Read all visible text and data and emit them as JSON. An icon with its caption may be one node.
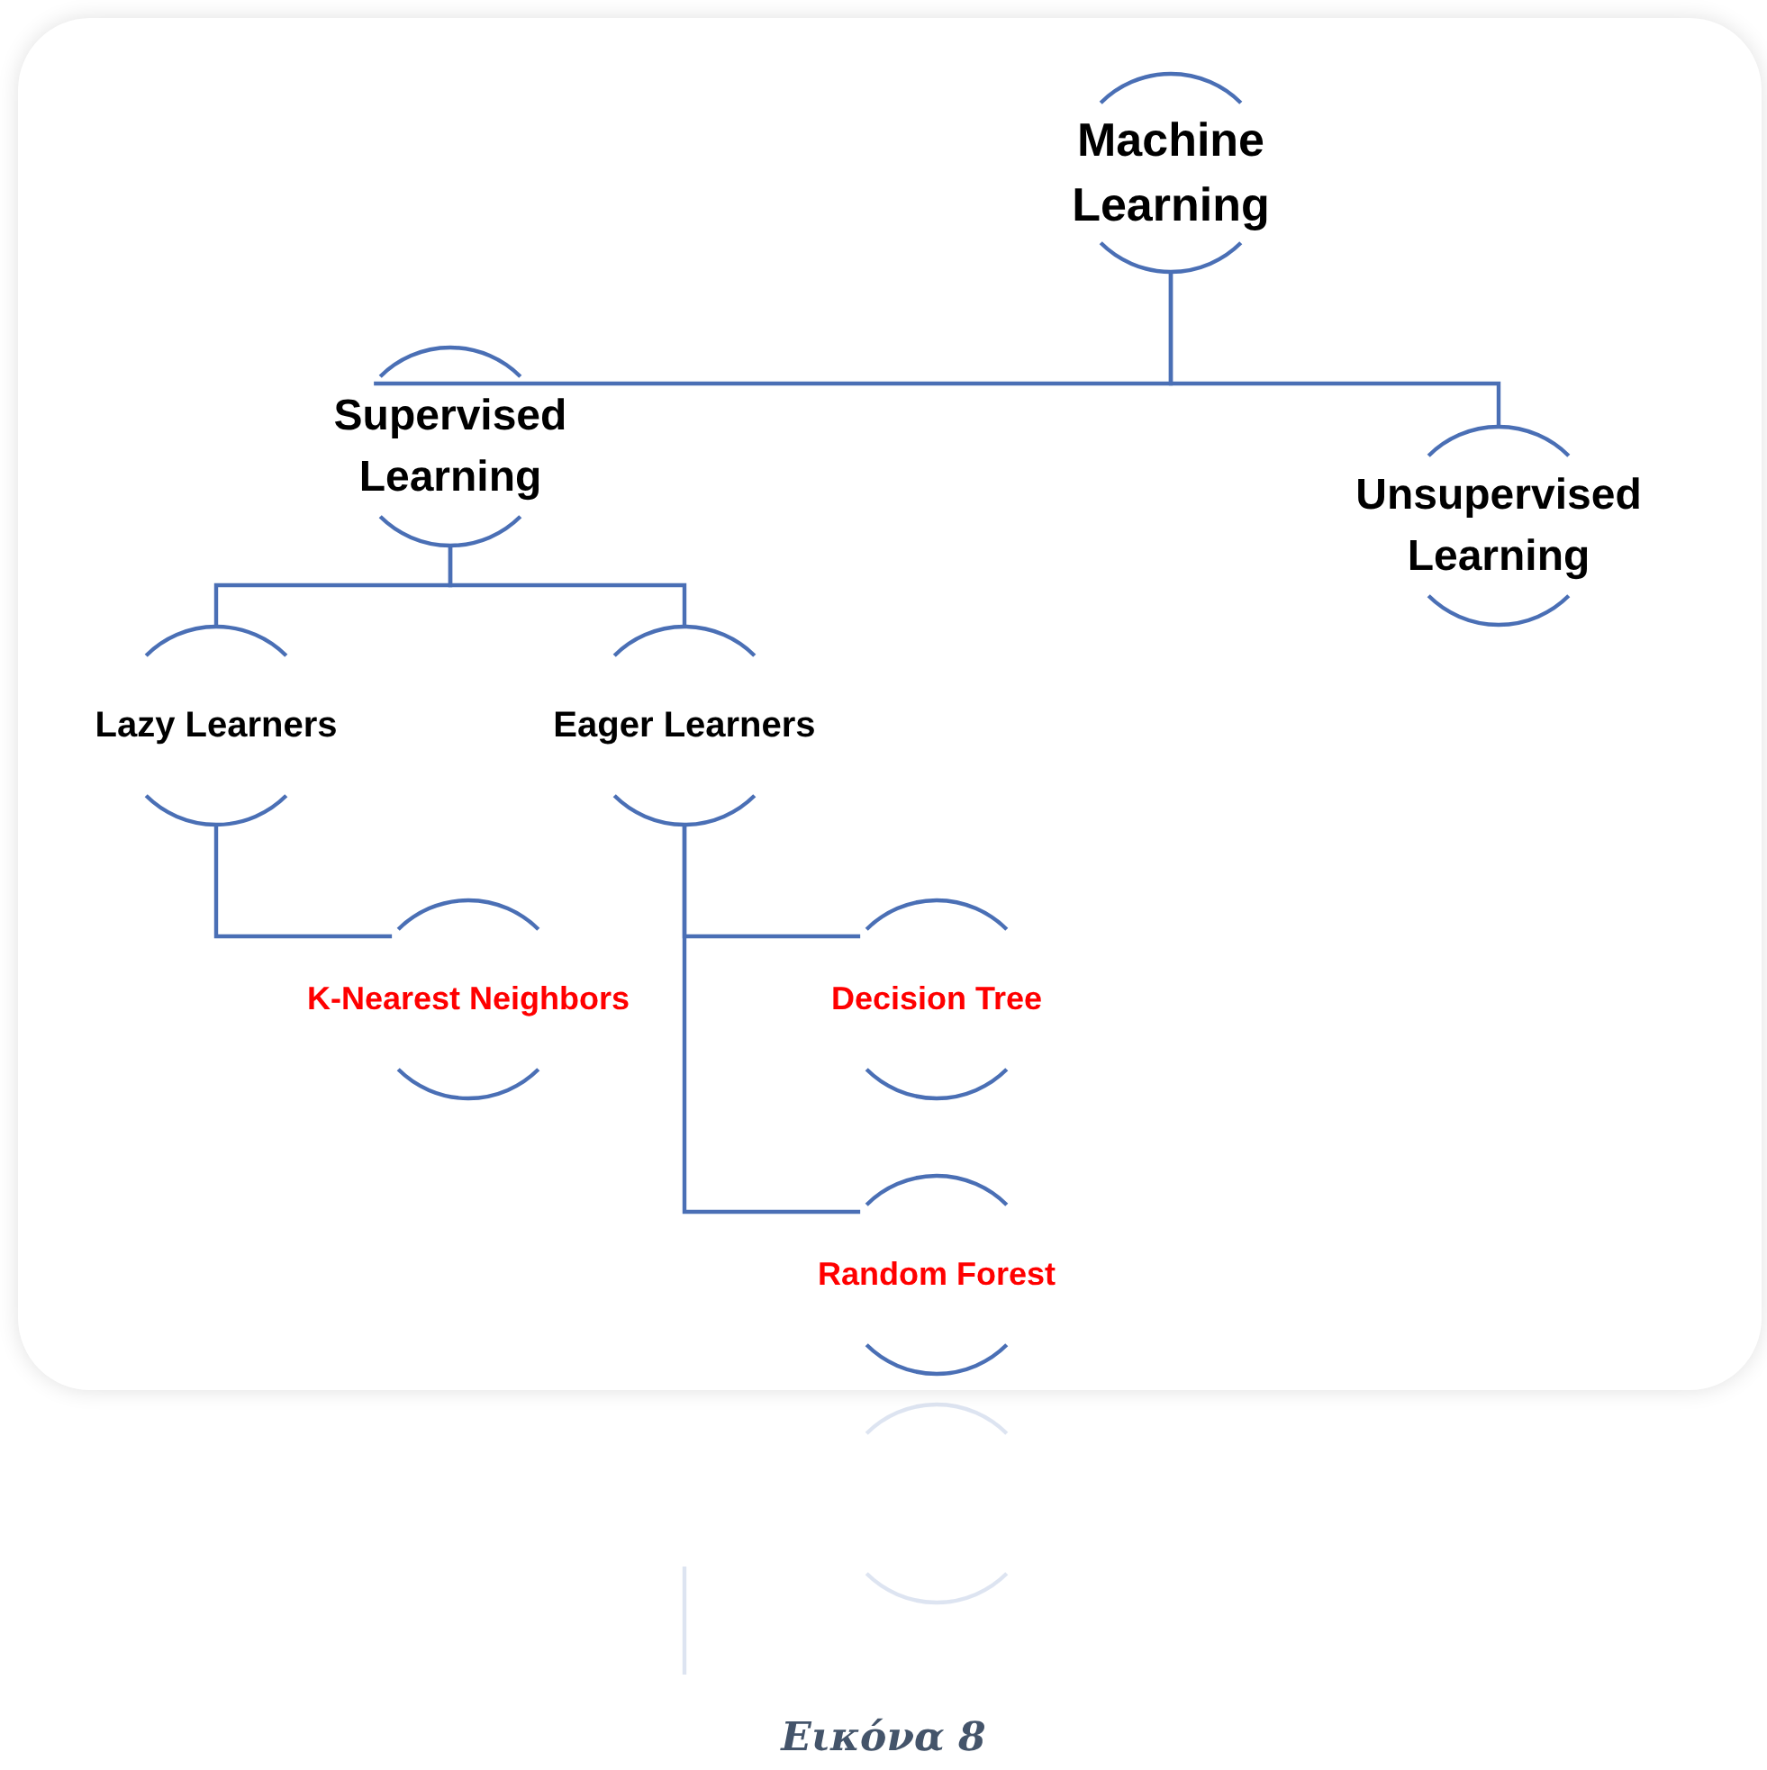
{
  "diagram": {
    "caption": "Εικόνα 8",
    "nodes": [
      {
        "text": [
          "Machine Learning"
        ]
      },
      {
        "text": [
          "Supervised Learning"
        ]
      },
      {
        "text": [
          "Unsupervised Learning"
        ]
      },
      {
        "text": [
          "Lazy Learners"
        ]
      },
      {
        "text": [
          "Eager Learners"
        ]
      },
      {
        "text": [
          "K-Nearest Neighbors"
        ]
      },
      {
        "text": [
          "Decision Tree"
        ]
      },
      {
        "text": [
          "Random Forest"
        ]
      }
    ],
    "edges": [
      {
        "from": 0,
        "to": 1,
        "arrow": "none"
      },
      {
        "from": 0,
        "to": 2,
        "arrow": "none"
      },
      {
        "from": 1,
        "to": 3,
        "arrow": "none"
      },
      {
        "from": 1,
        "to": 4,
        "arrow": "none"
      },
      {
        "from": 3,
        "to": 5,
        "arrow": "none"
      },
      {
        "from": 4,
        "to": 6,
        "arrow": "none"
      },
      {
        "from": 4,
        "to": 7,
        "arrow": "none"
      }
    ]
  }
}
